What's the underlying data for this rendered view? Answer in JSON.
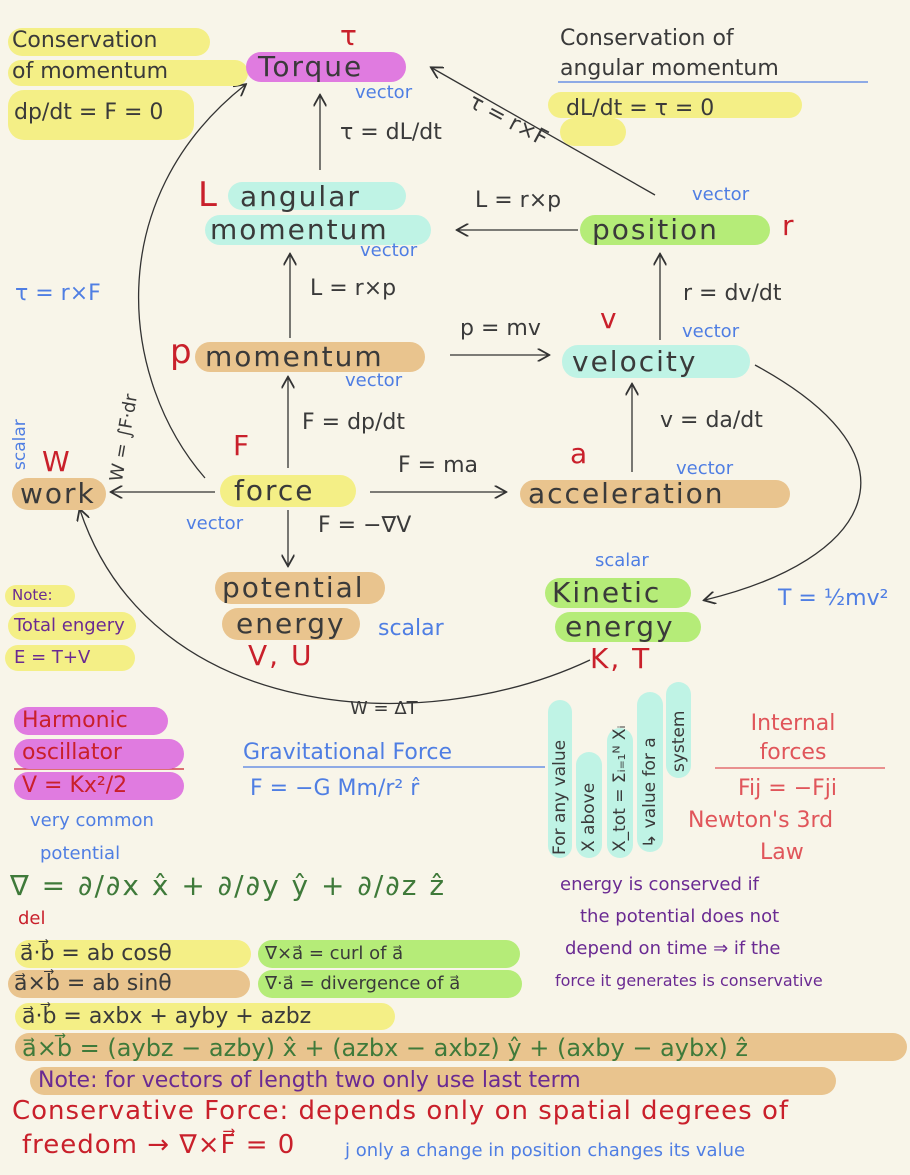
{
  "colors": {
    "background": "#f8f5e9",
    "yellow": "#f4ef86",
    "pink": "#e07be0",
    "teal": "#bff3e5",
    "orange": "#e9c48e",
    "green": "#b5ec78",
    "blue_ink": "#4f7ee3",
    "red_ink": "#c9202b",
    "purple_ink": "#6a2a92",
    "green_ink": "#3f7a3a"
  },
  "conservation_momentum": {
    "line1": "Conservation",
    "line2": "of momentum",
    "eq": "dp/dt = F = 0"
  },
  "conservation_angular": {
    "line1": "Conservation of",
    "line2": "angular momentum",
    "eq": "dL/dt = τ = 0"
  },
  "nodes": {
    "torque": {
      "symbol": "τ",
      "label": "Torque",
      "type": "vector"
    },
    "angular_momentum": {
      "symbol": "L",
      "line1": "angular",
      "line2": "momentum",
      "type": "vector"
    },
    "position": {
      "symbol": "r",
      "label": "position",
      "type": "vector"
    },
    "momentum": {
      "symbol": "p",
      "label": "momentum",
      "type": "vector"
    },
    "velocity": {
      "symbol": "v",
      "label": "velocity",
      "type": "vector"
    },
    "work": {
      "symbol": "W",
      "label": "work",
      "type": "scalar"
    },
    "force": {
      "symbol": "F",
      "label": "force",
      "type": "vector"
    },
    "acceleration": {
      "symbol": "a",
      "label": "acceleration",
      "type": "vector"
    },
    "potential_energy": {
      "symbol": "V, U",
      "line1": "potential",
      "line2": "energy",
      "type": "scalar"
    },
    "kinetic_energy": {
      "symbol": "K, T",
      "line1": "Kinetic",
      "line2": "energy",
      "type": "scalar"
    }
  },
  "relations": {
    "tau_dl_dt": "τ = dL/dt",
    "tau_rxf_top": "τ = r×F",
    "l_rxp_top": "L = r×p",
    "tau_rxf_left": "τ = r×F",
    "l_rxp_mid": "L = r×p",
    "r_dv_dt": "r = dv/dt",
    "p_mv": "p = mv",
    "w_integral": "W = ∫F·dr",
    "f_dp_dt": "F = dp/dt",
    "v_da_dt": "v = da/dt",
    "f_ma": "F = ma",
    "f_grad_v": "F = −∇V",
    "t_half_mv2": "T = ½mv²",
    "w_delta_t": "W = ΔT"
  },
  "total_energy_note": {
    "line1": "Note:",
    "line2": "Total engery",
    "line3": "E = T+V"
  },
  "harmonic": {
    "line1": "Harmonic",
    "line2": "oscillator",
    "line3": "V = Kx²/2",
    "note1": "very common",
    "note2": "potential"
  },
  "gravitational": {
    "title": "Gravitational Force",
    "eq": "F = −G Mm/r² r̂"
  },
  "system_value": [
    "For any value",
    "X above",
    "X_tot = Σᵢ₌₁ᴺ Xᵢ",
    "↳ value for a",
    "system"
  ],
  "internal_forces": {
    "title": "Internal forces",
    "eq": "Fij = −Fji",
    "law1": "Newton's 3rd",
    "law2": "Law"
  },
  "del": {
    "eq": "∇ = ∂/∂x x̂ + ∂/∂y ŷ + ∂/∂z ẑ",
    "label": "del"
  },
  "energy_note": [
    "energy is conserved if",
    "the potential does not",
    "depend on time ⇒ if the",
    "force it generates is conservative"
  ],
  "vector_ops": {
    "dot": "a⃗·b⃗ = ab cosθ",
    "cross": "a⃗×b⃗ = ab sinθ",
    "curl": "∇×a⃗ = curl of a⃗",
    "div": "∇·a⃗ = divergence of a⃗",
    "dot_components": "a⃗·b⃗ = axbx + ayby + azbz",
    "cross_components": "a⃗×b⃗ = (aybz − azby) x̂ + (azbx − axbz) ŷ + (axby − aybx) ẑ",
    "note": "Note: for vectors of length two only use last term"
  },
  "conservative_force": {
    "line1": "Conservative Force: depends only on spatial degrees of",
    "line2": "freedom → ∇×F⃗ = 0",
    "aside": "j only a change in position changes its value"
  }
}
